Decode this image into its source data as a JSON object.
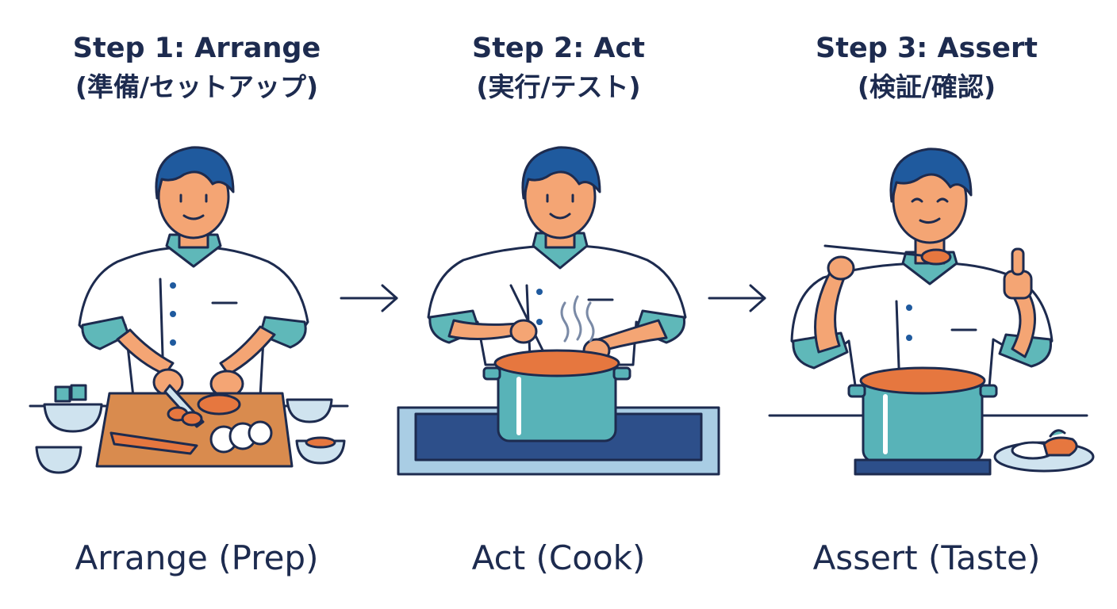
{
  "steps": [
    {
      "title": "Step 1: Arrange",
      "subtitle": "(準備/セットアップ)",
      "caption": "Arrange (Prep)"
    },
    {
      "title": "Step 2: Act",
      "subtitle": "(実行/テスト)",
      "caption": "Act (Cook)"
    },
    {
      "title": "Step 3: Assert",
      "subtitle": "(検証/確認)",
      "caption": "Assert (Taste)"
    }
  ],
  "colors": {
    "ink": "#1d2b4f",
    "hair": "#1f5a9e",
    "skin": "#f4a574",
    "teal": "#5fb8b9",
    "pot": "#58b3b8",
    "stove": "#2d4f8a",
    "board": "#d98b4e",
    "carrot": "#e6773f",
    "bowl": "#cfe3ef"
  }
}
